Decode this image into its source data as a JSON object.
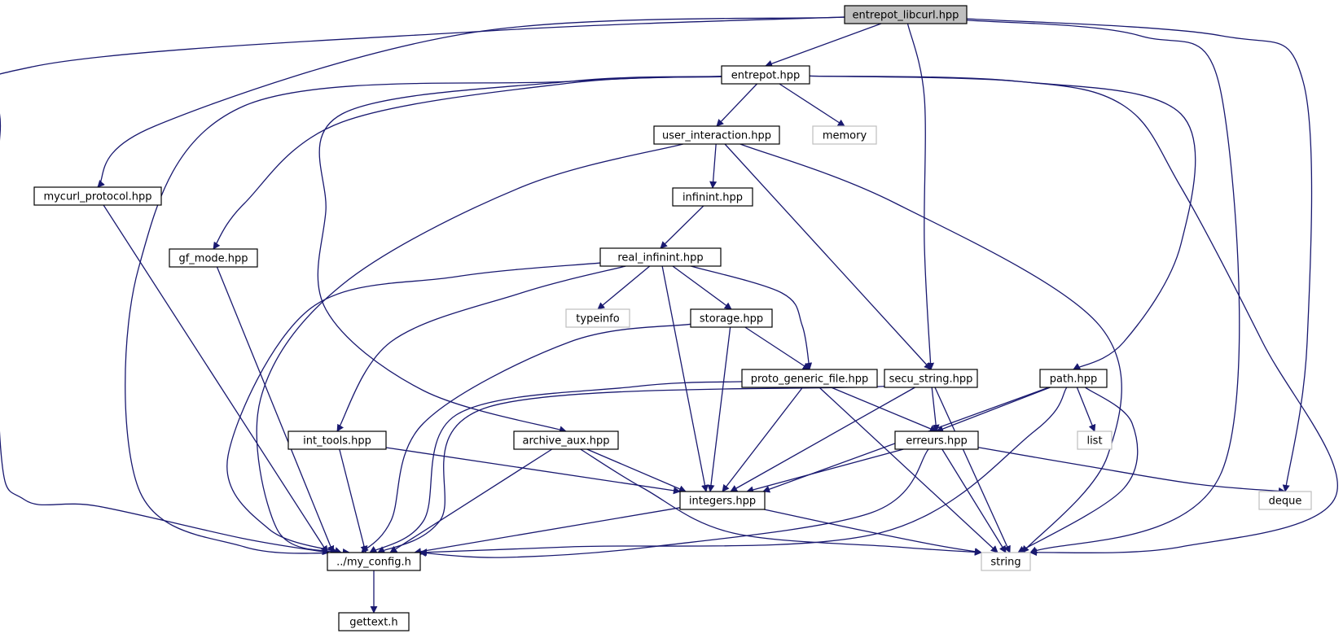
{
  "colors": {
    "edge": "#191970",
    "node_border": "#000000",
    "external_border": "#bfbfbf",
    "root_fill": "#bfbfbf",
    "node_fill": "#ffffff"
  },
  "nodes": {
    "entrepot_libcurl": {
      "label": "entrepot_libcurl.hpp",
      "kind": "root"
    },
    "entrepot": {
      "label": "entrepot.hpp",
      "kind": "header"
    },
    "mycurl_protocol": {
      "label": "mycurl_protocol.hpp",
      "kind": "header"
    },
    "user_interaction": {
      "label": "user_interaction.hpp",
      "kind": "header"
    },
    "memory": {
      "label": "memory",
      "kind": "external"
    },
    "gf_mode": {
      "label": "gf_mode.hpp",
      "kind": "header"
    },
    "infinint": {
      "label": "infinint.hpp",
      "kind": "header"
    },
    "real_infinint": {
      "label": "real_infinint.hpp",
      "kind": "header"
    },
    "typeinfo": {
      "label": "typeinfo",
      "kind": "external"
    },
    "storage": {
      "label": "storage.hpp",
      "kind": "header"
    },
    "proto_generic_file": {
      "label": "proto_generic_file.hpp",
      "kind": "header"
    },
    "secu_string": {
      "label": "secu_string.hpp",
      "kind": "header"
    },
    "path": {
      "label": "path.hpp",
      "kind": "header"
    },
    "int_tools": {
      "label": "int_tools.hpp",
      "kind": "header"
    },
    "archive_aux": {
      "label": "archive_aux.hpp",
      "kind": "header"
    },
    "erreurs": {
      "label": "erreurs.hpp",
      "kind": "header"
    },
    "list": {
      "label": "list",
      "kind": "external"
    },
    "integers": {
      "label": "integers.hpp",
      "kind": "header"
    },
    "deque": {
      "label": "deque",
      "kind": "external"
    },
    "my_config": {
      "label": "../my_config.h",
      "kind": "header"
    },
    "string": {
      "label": "string",
      "kind": "external"
    },
    "gettext": {
      "label": "gettext.h",
      "kind": "header"
    }
  },
  "edges": [
    [
      "entrepot_libcurl",
      "entrepot"
    ],
    [
      "entrepot_libcurl",
      "mycurl_protocol"
    ],
    [
      "entrepot_libcurl",
      "my_config"
    ],
    [
      "entrepot_libcurl",
      "secu_string"
    ],
    [
      "entrepot_libcurl",
      "string"
    ],
    [
      "entrepot_libcurl",
      "deque"
    ],
    [
      "entrepot",
      "user_interaction"
    ],
    [
      "entrepot",
      "memory"
    ],
    [
      "entrepot",
      "gf_mode"
    ],
    [
      "entrepot",
      "my_config"
    ],
    [
      "entrepot",
      "archive_aux"
    ],
    [
      "entrepot",
      "path"
    ],
    [
      "entrepot",
      "string"
    ],
    [
      "mycurl_protocol",
      "my_config"
    ],
    [
      "user_interaction",
      "infinint"
    ],
    [
      "user_interaction",
      "my_config"
    ],
    [
      "user_interaction",
      "secu_string"
    ],
    [
      "user_interaction",
      "string"
    ],
    [
      "gf_mode",
      "my_config"
    ],
    [
      "infinint",
      "real_infinint"
    ],
    [
      "real_infinint",
      "typeinfo"
    ],
    [
      "real_infinint",
      "storage"
    ],
    [
      "real_infinint",
      "proto_generic_file"
    ],
    [
      "real_infinint",
      "int_tools"
    ],
    [
      "real_infinint",
      "integers"
    ],
    [
      "real_infinint",
      "my_config"
    ],
    [
      "storage",
      "proto_generic_file"
    ],
    [
      "storage",
      "integers"
    ],
    [
      "storage",
      "my_config"
    ],
    [
      "proto_generic_file",
      "erreurs"
    ],
    [
      "proto_generic_file",
      "integers"
    ],
    [
      "proto_generic_file",
      "my_config"
    ],
    [
      "proto_generic_file",
      "string"
    ],
    [
      "secu_string",
      "erreurs"
    ],
    [
      "secu_string",
      "integers"
    ],
    [
      "secu_string",
      "my_config"
    ],
    [
      "secu_string",
      "string"
    ],
    [
      "path",
      "erreurs"
    ],
    [
      "path",
      "list"
    ],
    [
      "path",
      "integers"
    ],
    [
      "path",
      "my_config"
    ],
    [
      "path",
      "string"
    ],
    [
      "int_tools",
      "integers"
    ],
    [
      "int_tools",
      "my_config"
    ],
    [
      "archive_aux",
      "integers"
    ],
    [
      "archive_aux",
      "my_config"
    ],
    [
      "archive_aux",
      "string"
    ],
    [
      "erreurs",
      "integers"
    ],
    [
      "erreurs",
      "deque"
    ],
    [
      "erreurs",
      "my_config"
    ],
    [
      "erreurs",
      "string"
    ],
    [
      "integers",
      "my_config"
    ],
    [
      "integers",
      "string"
    ],
    [
      "my_config",
      "gettext"
    ]
  ]
}
